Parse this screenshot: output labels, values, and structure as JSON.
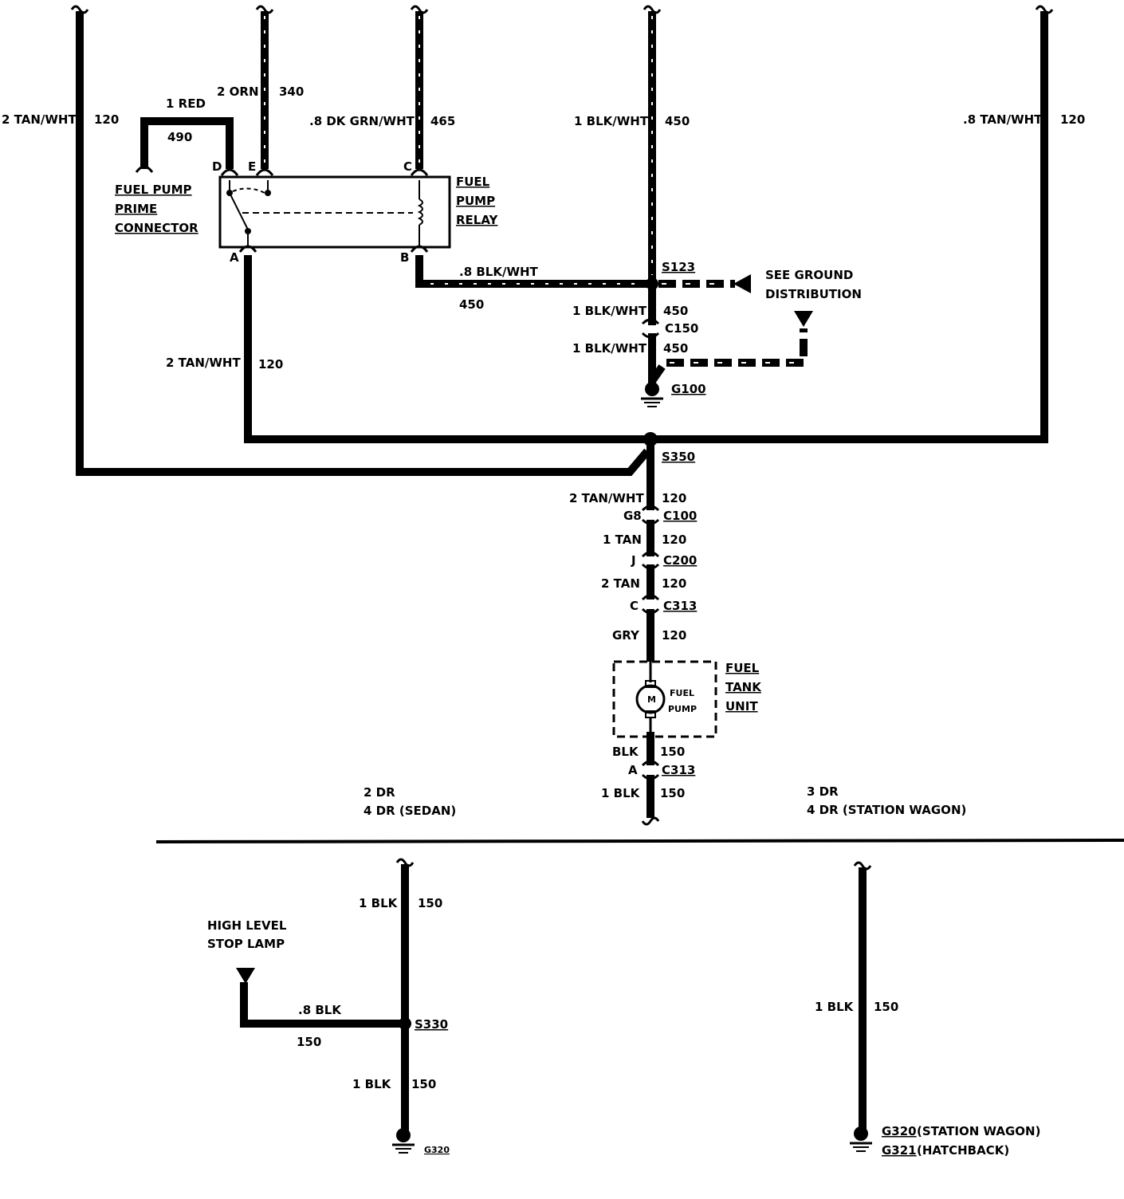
{
  "top_wires": {
    "w1": {
      "gauge": "2 TAN/WHT",
      "circuit": "120"
    },
    "w2": {
      "gauge": "2 ORN",
      "circuit": "340"
    },
    "w3": {
      "gauge": "1 RED",
      "circuit": "490"
    },
    "w4": {
      "gauge": ".8 DK GRN/WHT",
      "circuit": "465"
    },
    "w5": {
      "gauge": "1 BLK/WHT",
      "circuit": "450"
    },
    "w6": {
      "gauge": ".8 TAN/WHT",
      "circuit": "120"
    }
  },
  "prime_connector": {
    "line1": "FUEL PUMP",
    "line2": "PRIME",
    "line3": "CONNECTOR"
  },
  "relay": {
    "line1": "FUEL",
    "line2": "PUMP",
    "line3": "RELAY",
    "pins": {
      "d": "D",
      "e": "E",
      "c": "C",
      "a": "A",
      "b": "B"
    }
  },
  "relay_ground": {
    "gauge": ".8 BLK/WHT",
    "circuit": "450"
  },
  "splice_s123": "S123",
  "ground_dist": {
    "line1": "SEE GROUND",
    "line2": "DISTRIBUTION"
  },
  "c150_upper": {
    "gauge": "1 BLK/WHT",
    "circuit": "450"
  },
  "c150": "C150",
  "c150_lower": {
    "gauge": "1 BLK/WHT",
    "circuit": "450"
  },
  "g100": "G100",
  "relay_out": {
    "gauge": "2 TAN/WHT",
    "circuit": "120"
  },
  "splice_s350": "S350",
  "chain": [
    {
      "gauge": "2 TAN/WHT",
      "circuit": "120"
    },
    {
      "gauge": "1 TAN",
      "circuit": "120"
    },
    {
      "gauge": "2 TAN",
      "circuit": "120"
    },
    {
      "gauge": "GRY",
      "circuit": "120"
    }
  ],
  "connectors": [
    {
      "pin": "G8",
      "name": "C100"
    },
    {
      "pin": "J",
      "name": "C200"
    },
    {
      "pin": "C",
      "name": "C313"
    }
  ],
  "tank_unit": {
    "line1": "FUEL",
    "line2": "TANK",
    "line3": "UNIT"
  },
  "pump": {
    "motor": "M",
    "line1": "FUEL",
    "line2": "PUMP"
  },
  "pump_ground_upper": {
    "gauge": "BLK",
    "circuit": "150"
  },
  "c313_lower": {
    "pin": "A",
    "name": "C313"
  },
  "pump_ground_lower": {
    "gauge": "1 BLK",
    "circuit": "150"
  },
  "variant_left": {
    "line1": "2 DR",
    "line2": "4 DR (SEDAN)"
  },
  "variant_right": {
    "line1": "3 DR",
    "line2": "4 DR (STATION WAGON)"
  },
  "bottom_left": {
    "upper": {
      "gauge": "1 BLK",
      "circuit": "150"
    },
    "lamp": {
      "line1": "HIGH LEVEL",
      "line2": "STOP LAMP"
    },
    "lamp_wire": {
      "gauge": ".8 BLK",
      "circuit": "150"
    },
    "splice": "S330",
    "lower": {
      "gauge": "1 BLK",
      "circuit": "150"
    },
    "ground": "G320"
  },
  "bottom_right": {
    "wire": {
      "gauge": "1 BLK",
      "circuit": "150"
    },
    "g320_name": "G320",
    "g320_note": "(STATION WAGON)",
    "g321_name": "G321",
    "g321_note": "(HATCHBACK)"
  }
}
